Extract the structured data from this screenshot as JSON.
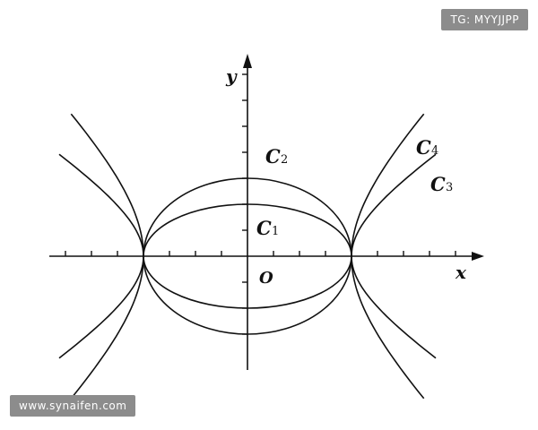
{
  "diagram": {
    "axis_labels": {
      "x": "x",
      "y": "y",
      "origin": "O"
    },
    "curve_labels": [
      {
        "letter": "C",
        "index": "1"
      },
      {
        "letter": "C",
        "index": "2"
      },
      {
        "letter": "C",
        "index": "3"
      },
      {
        "letter": "C",
        "index": "4"
      }
    ],
    "curves": {
      "C1": {
        "kind": "ellipse",
        "a": 4,
        "b": 2
      },
      "C2": {
        "kind": "ellipse",
        "a": 4,
        "b": 3
      },
      "C3": {
        "kind": "hyperbola",
        "a": 4,
        "b": 2.6
      },
      "C4": {
        "kind": "hyperbola",
        "a": 4,
        "b": 4
      }
    },
    "x_range": [
      -7.5,
      8.5
    ],
    "y_range": [
      -4.2,
      7.5
    ],
    "colors": {
      "stroke": "#111111",
      "watermark_bg": "#8c8c8c"
    }
  },
  "watermarks": {
    "top_right": "TG: MYYJJPP",
    "bottom_left": "www.synaifen.com"
  }
}
